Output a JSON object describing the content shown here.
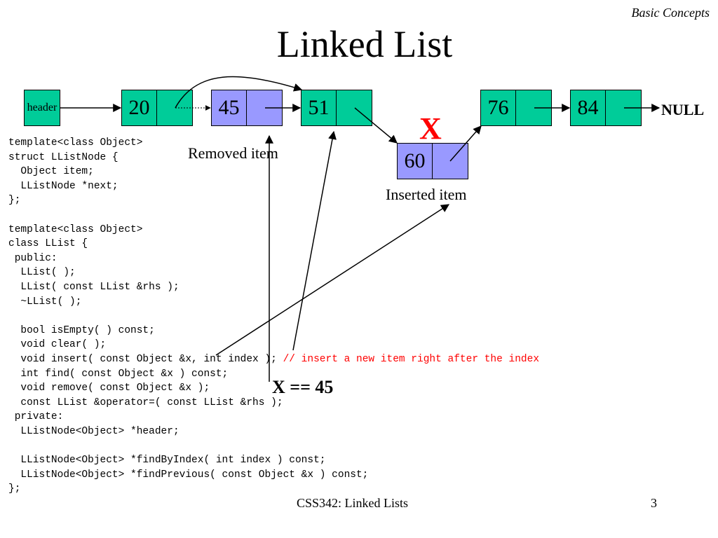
{
  "slide": {
    "section_label": "Basic Concepts",
    "title": "Linked List",
    "footer": "CSS342: Linked Lists",
    "page_number": "3"
  },
  "diagram": {
    "header_label": "header",
    "null_label": "NULL",
    "delete_mark": "X",
    "nodes": [
      {
        "value": "20",
        "color": "#00cc99"
      },
      {
        "value": "45",
        "color": "#9999ff"
      },
      {
        "value": "51",
        "color": "#00cc99"
      },
      {
        "value": "60",
        "color": "#9999ff"
      },
      {
        "value": "76",
        "color": "#00cc99"
      },
      {
        "value": "84",
        "color": "#00cc99"
      }
    ],
    "removed_caption": "Removed item",
    "inserted_caption": "Inserted item",
    "condition_label": "X == 45"
  },
  "code": {
    "lines": [
      "template<class Object>",
      "struct LListNode {",
      "  Object item;",
      "  LListNode *next;",
      "};",
      "",
      "template<class Object>",
      "class LList {",
      " public:",
      "  LList( );",
      "  LList( const LList &rhs );",
      "  ~LList( );",
      "",
      "  bool isEmpty( ) const;",
      "  void clear( );",
      "  void insert( const Object &x, int index ); ",
      "  int find( const Object &x ) const;",
      "  void remove( const Object &x );",
      "  const LList &operator=( const LList &rhs );",
      " private:",
      "  LListNode<Object> *header;",
      "",
      "  LListNode<Object> *findByIndex( int index ) const;",
      "  LListNode<Object> *findPrevious( const Object &x ) const;",
      "};"
    ],
    "insert_comment": "// insert a new item right after the index",
    "comment_color": "#ff0000"
  }
}
